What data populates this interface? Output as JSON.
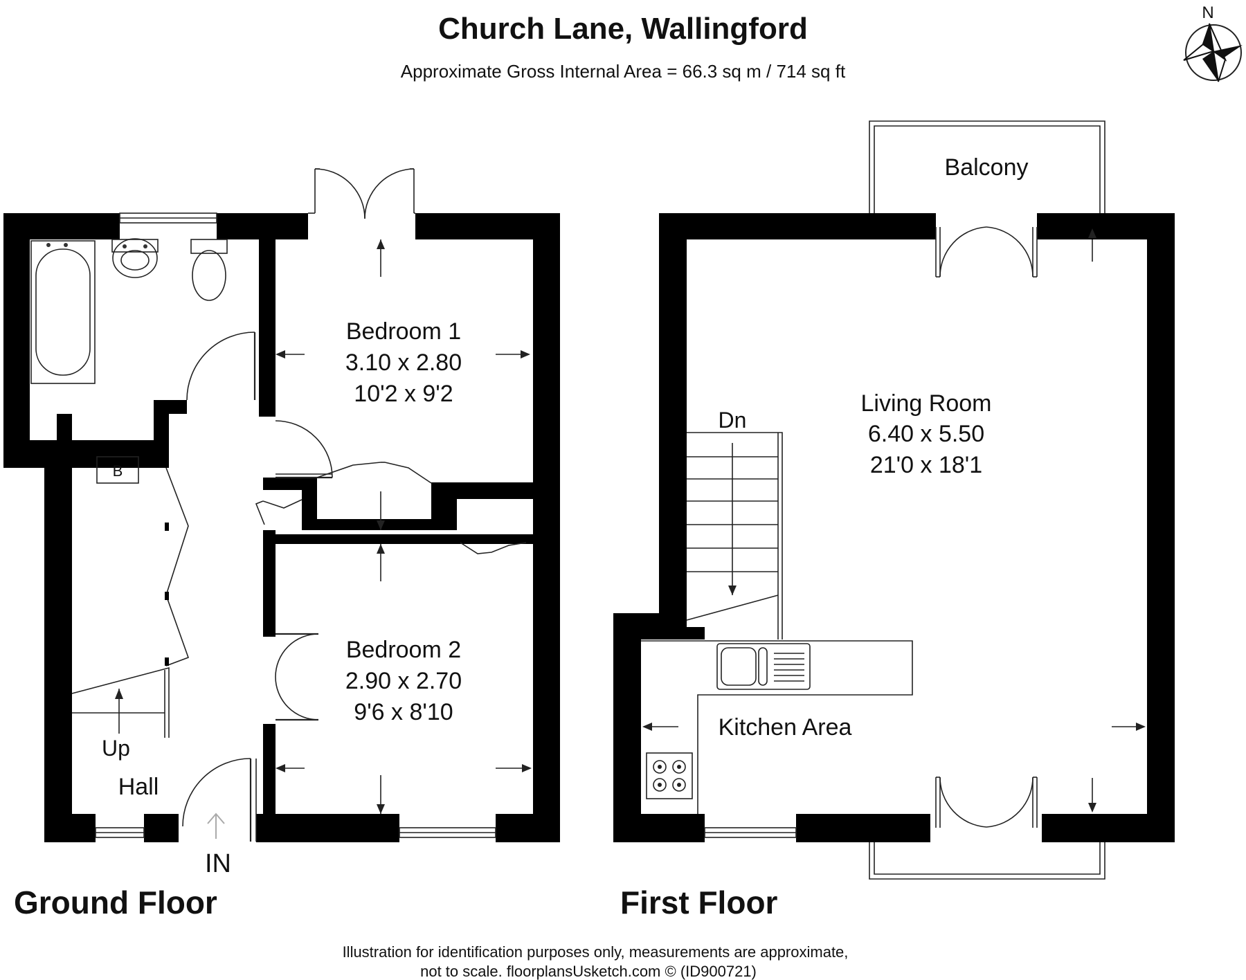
{
  "header": {
    "title": "Church Lane, Wallingford",
    "subtitle": "Approximate Gross Internal Area = 66.3 sq m / 714 sq ft"
  },
  "compass": {
    "label": "N"
  },
  "ground_floor": {
    "label": "Ground Floor",
    "entrance_label": "IN",
    "rooms": [
      {
        "name": "Bedroom 1",
        "metric": "3.10 x 2.80",
        "imperial": "10'2 x 9'2"
      },
      {
        "name": "Bedroom 2",
        "metric": "2.90 x 2.70",
        "imperial": "9'6 x 8'10"
      },
      {
        "name": "Hall"
      }
    ],
    "boiler_label": "B",
    "stairs_label": "Up"
  },
  "first_floor": {
    "label": "First Floor",
    "rooms": [
      {
        "name": "Living Room",
        "metric": "6.40 x 5.50",
        "imperial": "21'0 x 18'1"
      },
      {
        "name": "Kitchen Area"
      },
      {
        "name": "Balcony"
      }
    ],
    "stairs_label": "Dn"
  },
  "footer": {
    "line1": "Illustration for identification purposes only, measurements are approximate,",
    "line2": "not to scale. floorplansUsketch.com © (ID900721)"
  }
}
